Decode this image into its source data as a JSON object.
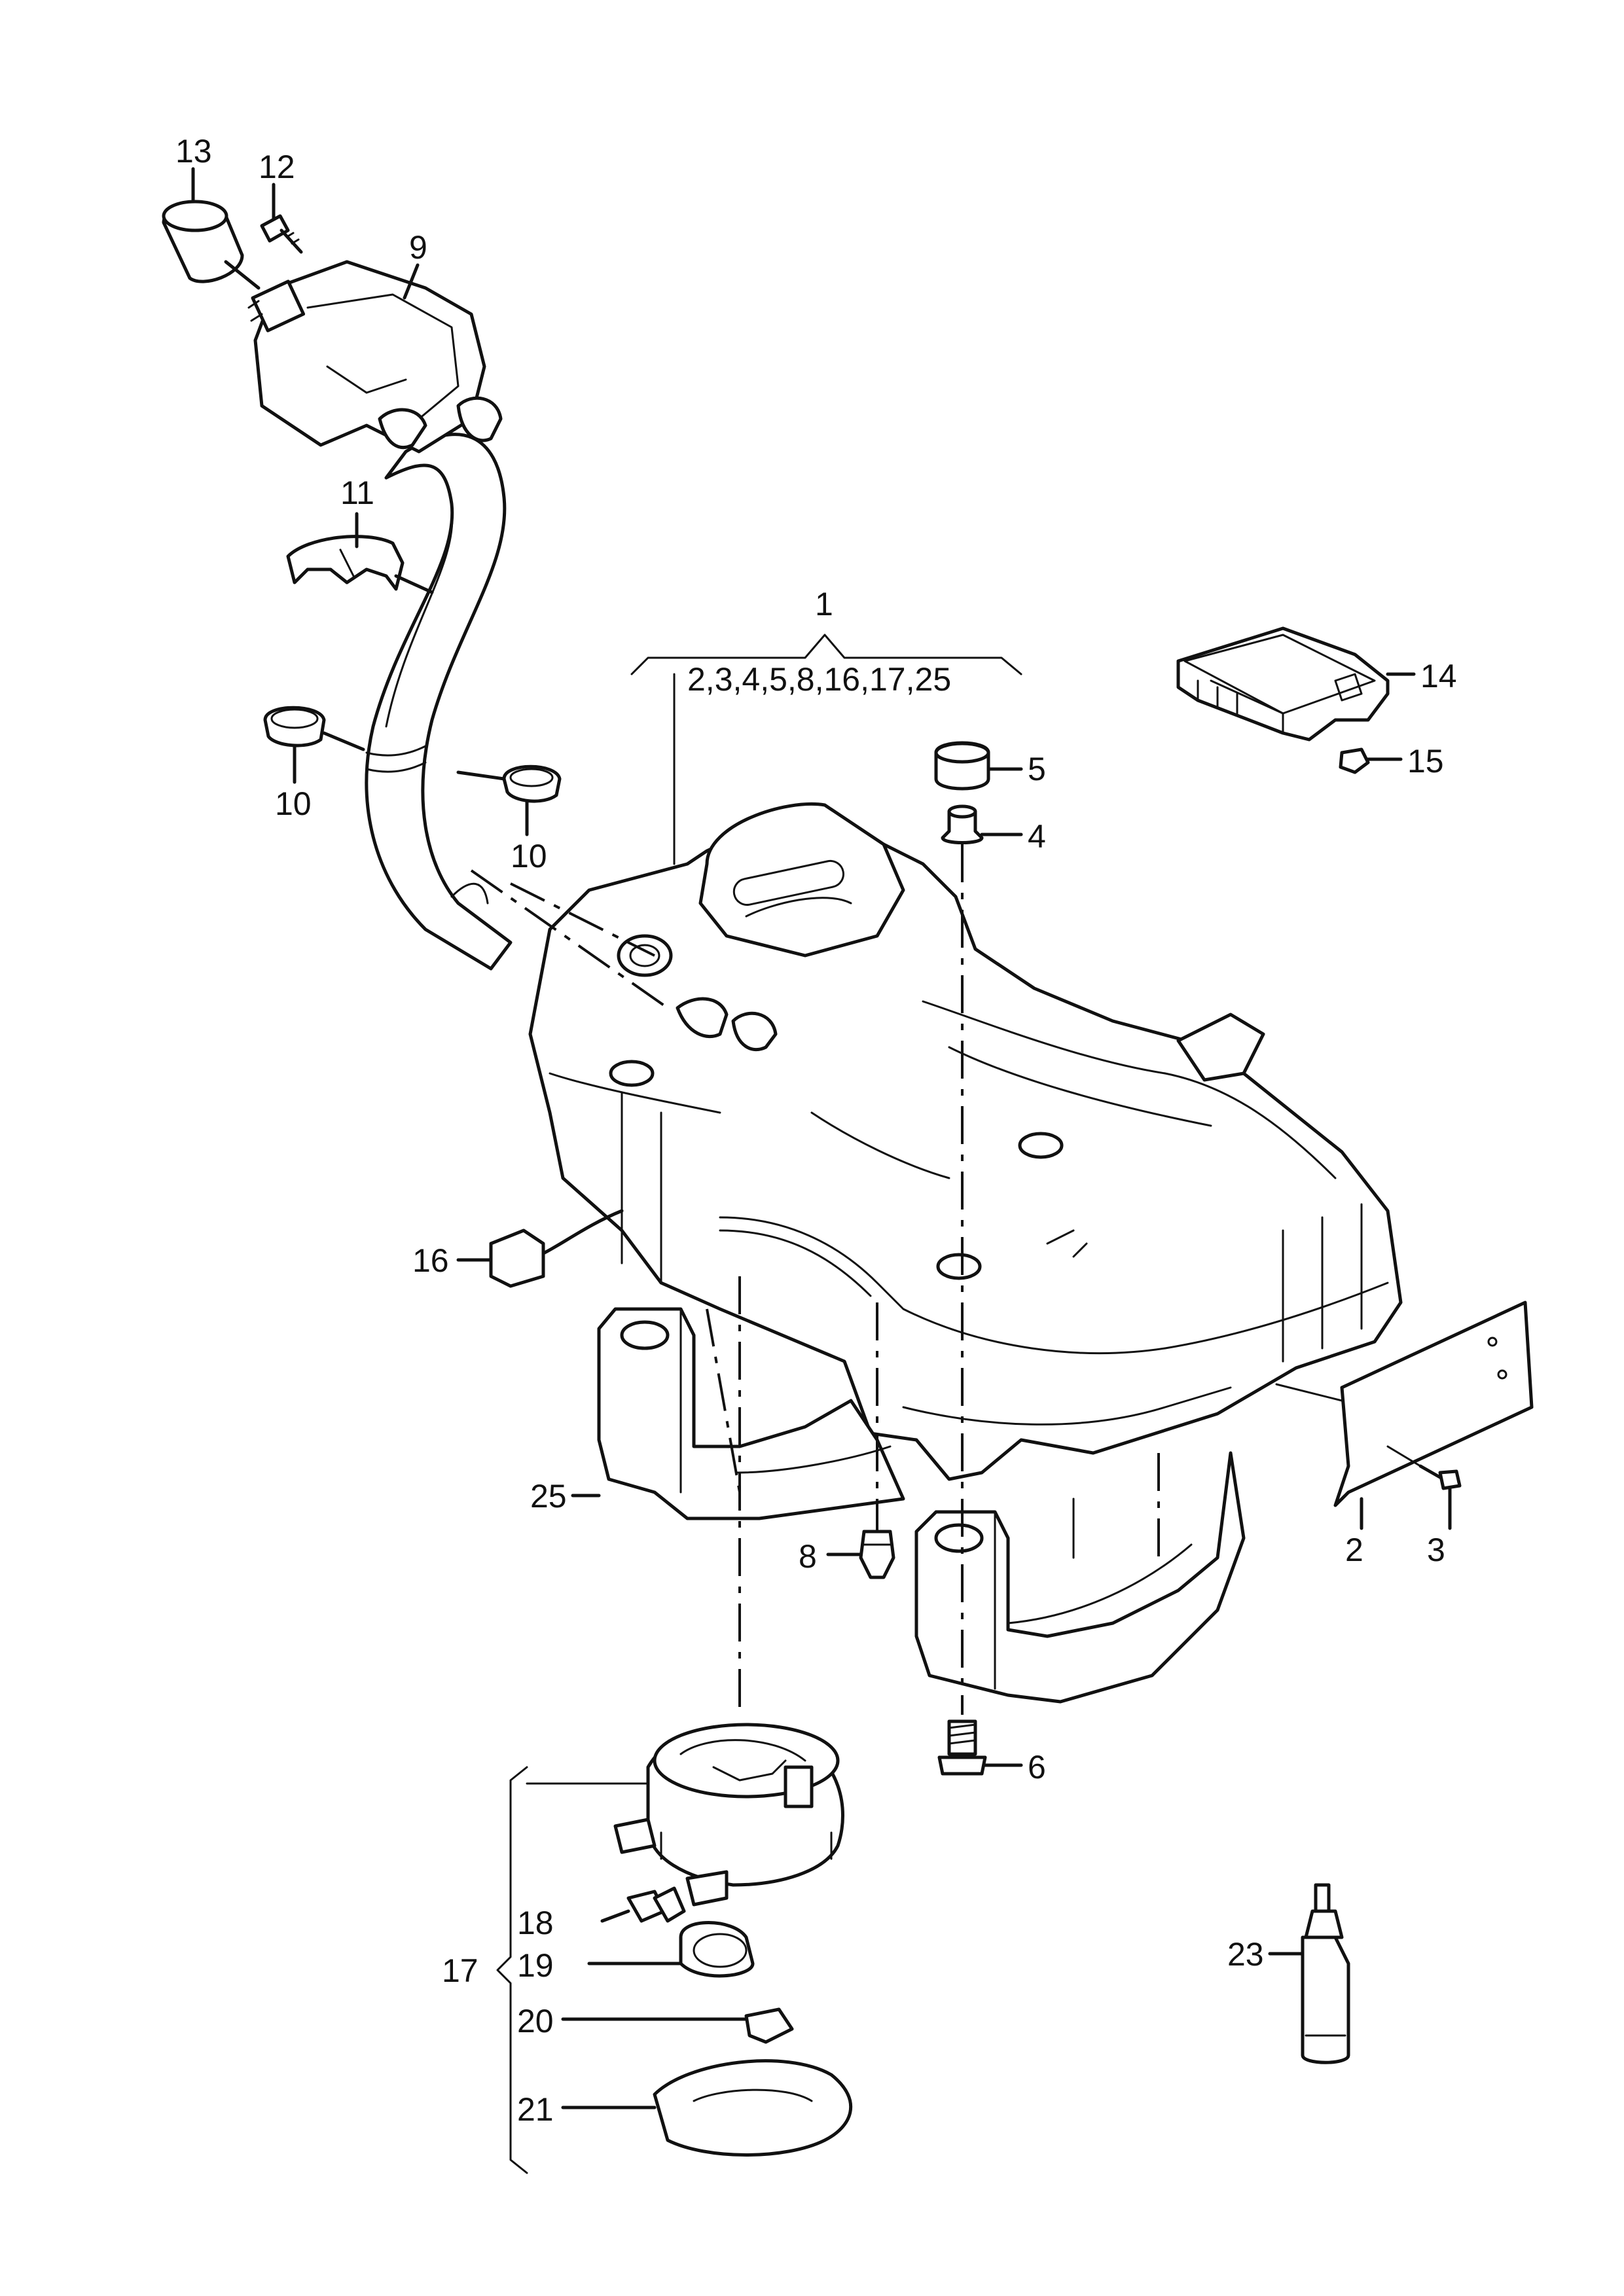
{
  "callouts": {
    "c1": "1",
    "c1_sub": "2,3,4,5,8,16,17,25",
    "c2": "2",
    "c3": "3",
    "c4": "4",
    "c5": "5",
    "c6": "6",
    "c8": "8",
    "c9": "9",
    "c10a": "10",
    "c10b": "10",
    "c11": "11",
    "c12": "12",
    "c13": "13",
    "c14": "14",
    "c15": "15",
    "c16": "16",
    "c17": "17",
    "c18": "18",
    "c19": "19",
    "c20": "20",
    "c21": "21",
    "c23": "23",
    "c25": "25"
  }
}
